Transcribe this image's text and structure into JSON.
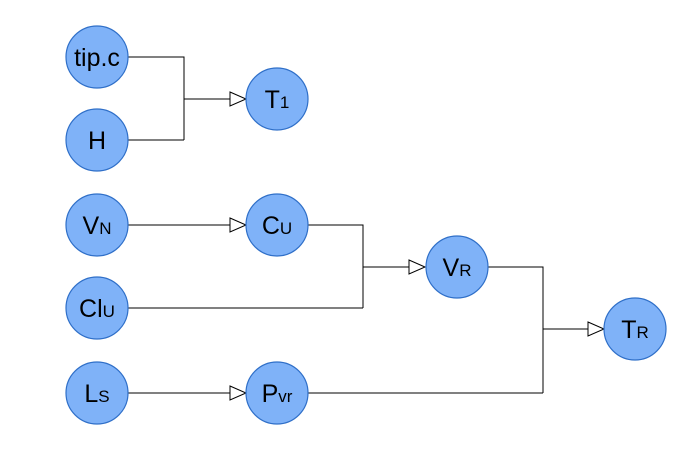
{
  "nodes": {
    "tipc": {
      "main": "tip.c",
      "sub": ""
    },
    "h": {
      "main": "H",
      "sub": ""
    },
    "t1": {
      "main": "T",
      "sub": "1"
    },
    "vn": {
      "main": "V",
      "sub": "N"
    },
    "cu": {
      "main": "C",
      "sub": "U"
    },
    "clu": {
      "main": "Cl",
      "sub": "U"
    },
    "vr": {
      "main": "V",
      "sub": "R"
    },
    "ls": {
      "main": "L",
      "sub": "S"
    },
    "pvr": {
      "main": "P",
      "sub": "vr"
    },
    "tr": {
      "main": "T",
      "sub": "R"
    }
  },
  "colors": {
    "node_fill": "#7fb2f8",
    "node_stroke": "#2f6fc8",
    "line": "#000000",
    "arrowhead": "#ffffff"
  }
}
